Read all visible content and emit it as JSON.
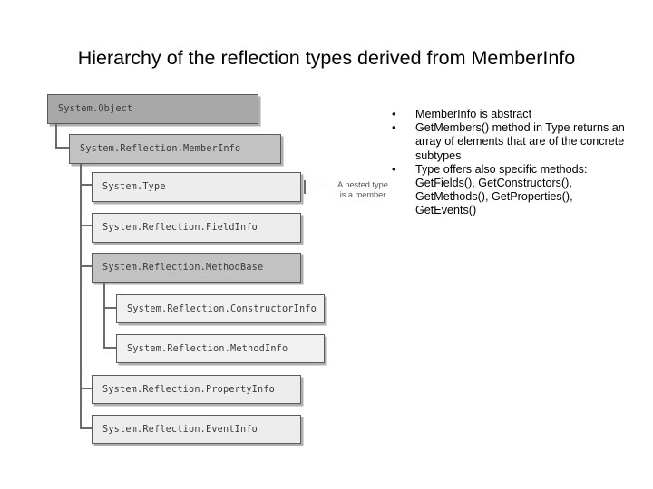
{
  "slide": {
    "title": "Hierarchy of the reflection types derived from MemberInfo",
    "background": "#ffffff"
  },
  "colors": {
    "box_dark": "#a8a8a8",
    "box_mid": "#c2c2c2",
    "box_light": "#ededed",
    "box_lighter": "#f1f1f1",
    "border": "#5a5a5a",
    "connector": "#6b6b6b",
    "text": "#3b3b3b",
    "title_text": "#000000"
  },
  "diagram": {
    "nodes": [
      {
        "id": "object",
        "label": "System.Object"
      },
      {
        "id": "memberinfo",
        "label": "System.Reflection.MemberInfo"
      },
      {
        "id": "type",
        "label": "System.Type"
      },
      {
        "id": "fieldinfo",
        "label": "System.Reflection.FieldInfo"
      },
      {
        "id": "methodbase",
        "label": "System.Reflection.MethodBase"
      },
      {
        "id": "constructorinfo",
        "label": "System.Reflection.ConstructorInfo"
      },
      {
        "id": "methodinfo",
        "label": "System.Reflection.MethodInfo"
      },
      {
        "id": "propertyinfo",
        "label": "System.Reflection.PropertyInfo"
      },
      {
        "id": "eventinfo",
        "label": "System.Reflection.EventInfo"
      }
    ],
    "annotation": {
      "line1": "A nested type",
      "line2": "is a member"
    }
  },
  "bullets": {
    "marker": "•",
    "items": [
      {
        "text": "MemberInfo is abstract"
      },
      {
        "text": "GetMembers() method in Type returns an array of elements that are of the concrete subtypes"
      },
      {
        "text": "Type  offers also specific methods: GetFields(), GetConstructors(), GetMethods(), GetProperties(), GetEvents()"
      }
    ]
  }
}
